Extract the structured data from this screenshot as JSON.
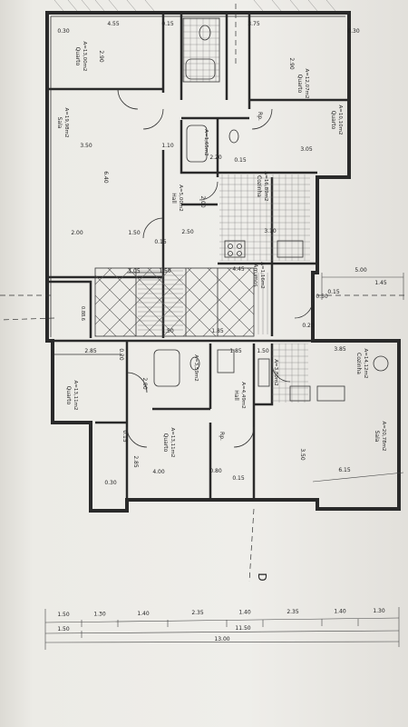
{
  "plan": {
    "rooms": [
      {
        "key": "quarto1",
        "name": "Quarto",
        "area": "A=13,00m2"
      },
      {
        "key": "quarto2",
        "name": "Quarto",
        "area": "A=12,07m2"
      },
      {
        "key": "quarto3",
        "name": "Quarto",
        "area": "A=10,10m2"
      },
      {
        "key": "sala",
        "name": "Sala",
        "area": "A=19,98m2"
      },
      {
        "key": "hall1",
        "name": "Hall",
        "area": "A=5,00m2"
      },
      {
        "key": "cozinha",
        "name": "Cozinha",
        "area": "A=16,89m2"
      },
      {
        "key": "arrumos1",
        "name": "Arrumos",
        "area": "A=1,16m2"
      },
      {
        "key": "quarto4",
        "name": "Quarto",
        "area": "A=13,11m2"
      },
      {
        "key": "quarto5",
        "name": "Quarto",
        "area": "A=13,11m2"
      },
      {
        "key": "hall2",
        "name": "Hall",
        "area": "A=4,49m2"
      },
      {
        "key": "cozinha2",
        "name": "Cozinha",
        "area": "A=14,12m2"
      },
      {
        "key": "sala2",
        "name": "Sala",
        "area": "A=20,78m2"
      },
      {
        "key": "wc1",
        "name": "",
        "area": "A=1,65m2"
      },
      {
        "key": "wc2",
        "name": "",
        "area": "A=3,59m2"
      },
      {
        "key": "wc3",
        "name": "",
        "area": "A=3,80m2"
      }
    ],
    "labels": {
      "rp": "Rp.",
      "d": "D",
      "comp": "0.88.6"
    },
    "dims_top": [
      "0.30",
      "4.55",
      "0.15",
      "3.75",
      "0.30"
    ],
    "dims_inner": [
      "2.90",
      "2.90",
      "3.50",
      "1.10",
      "3.05",
      "6.40",
      "2.00",
      "1.50",
      "2.50",
      "3.10",
      "2.00",
      "0.15",
      "1.50",
      "5.00",
      "4.45",
      "1.45",
      "0.15",
      "1.05",
      "1.50",
      "1.85",
      "3.85",
      "2.85",
      "0.20",
      "2.90",
      "0.15",
      "2.85",
      "4.00",
      "0.80",
      "0.30",
      "0.15",
      "3.50",
      "6.15",
      "0.30",
      "0.20",
      "1.85",
      "1.50",
      "2.20",
      "0.15"
    ],
    "dims_bottom_row1": [
      "1.50",
      "1.30",
      "1.40",
      "2.35",
      "1.40",
      "2.35",
      "1.40",
      "1.30"
    ],
    "dims_bottom_row2": [
      "1.50",
      "11.50"
    ],
    "dims_bottom_row3": [
      "13.00"
    ]
  }
}
